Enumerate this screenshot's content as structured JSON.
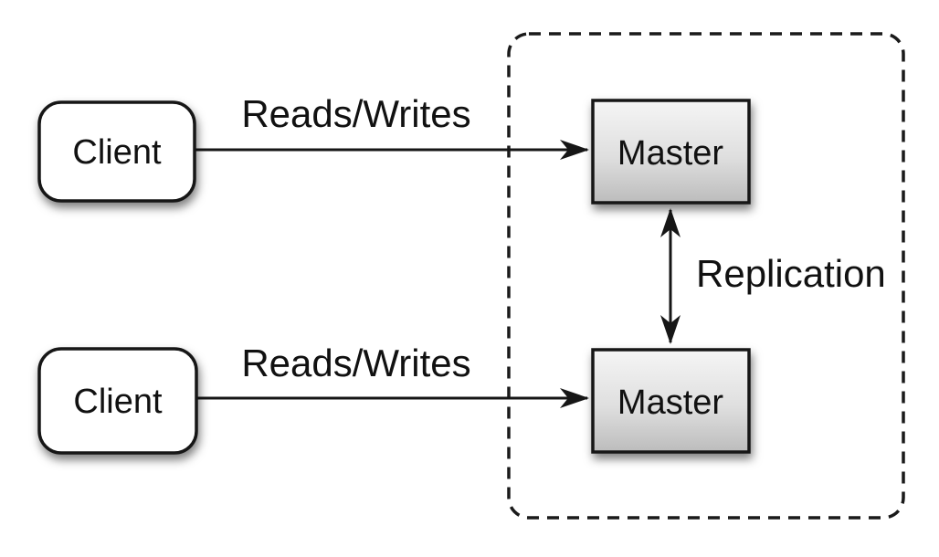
{
  "diagram": {
    "type": "architecture-diagram",
    "topology": "master-master replication with two clients",
    "nodes": {
      "clients": [
        {
          "label": "Client"
        },
        {
          "label": "Client"
        }
      ],
      "masters": [
        {
          "label": "Master"
        },
        {
          "label": "Master"
        }
      ]
    },
    "edges": [
      {
        "label": "Reads/Writes",
        "type": "arrow",
        "from": "client-1",
        "to": "master-1"
      },
      {
        "label": "Reads/Writes",
        "type": "arrow",
        "from": "client-2",
        "to": "master-2"
      },
      {
        "label": "Replication",
        "type": "double-arrow",
        "from": "master-1",
        "to": "master-2"
      }
    ],
    "boundary": {
      "style": "dashed",
      "contains": "masters"
    },
    "colors": {
      "background": "#ffffff",
      "stroke": "#161616",
      "text": "#111111",
      "client_fill": "#ffffff",
      "master_fill_top": "#f5f5f5",
      "master_fill_mid": "#dfdfdf",
      "master_fill_bottom": "#bcbcbc"
    }
  }
}
